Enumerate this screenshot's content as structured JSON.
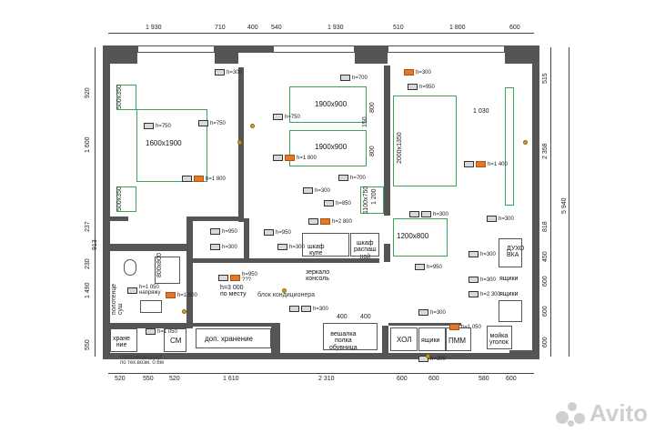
{
  "dims": {
    "top": [
      "1 930",
      "710",
      "400",
      "540",
      "1 930",
      "510",
      "1 800",
      "600"
    ],
    "bottom": [
      "520",
      "550",
      "520",
      "1 610",
      "2 310",
      "600",
      "600",
      "580",
      "600"
    ],
    "left": [
      "920",
      "1 600",
      "237",
      "913",
      "230",
      "1 490",
      "550"
    ],
    "right": [
      "515",
      "2 358",
      "818",
      "450",
      "600",
      "600",
      "600"
    ],
    "right_total": "5 940",
    "inner": [
      "400",
      "400"
    ]
  },
  "furniture": {
    "bed_main": "1600x1900",
    "bed_a": "1900x900",
    "bed_b": "1900x900",
    "sofa_depth": "800",
    "sofa_depth2": "800",
    "small_150": "150",
    "table": "1200x800",
    "wardrobe_side": "2000x1350",
    "living_1030": "1 030",
    "desk": "1100x750",
    "desk_1200": "1 200",
    "nightstand_top": "500x350",
    "nightstand_bottom": "500x350",
    "bath_800": "800x800"
  },
  "rooms": {
    "storage1": "хране\nние",
    "sm": "СМ",
    "storage2": "доп. хранение",
    "hanger": "вешалка\nполка\nобувница",
    "fridge": "ХОЛ",
    "drawers_bottom": "ящики",
    "dishwasher": "ПММ",
    "sink": "мойка\nуголок",
    "drawers_r1": "ящики",
    "drawers_r2": "ящики",
    "oven": "ДУХО\nВКА",
    "wardrobe_coupe": "шкаф\nкупе",
    "wardrobe_swing": "шкаф\nраспаш\nной",
    "mirror": "зеркало\nконсоль",
    "tumble": "полотенце\nсуш",
    "ac": "блок кондиционера",
    "ac_place": "h=3 000\nпо месту",
    "bottom_note": "полотенцесушит\nпо тех.возм. 0.6м"
  },
  "sockets": [
    {
      "id": "s1",
      "text": "h=300"
    },
    {
      "id": "s2",
      "text": "h=700"
    },
    {
      "id": "s3",
      "text": "h=300"
    },
    {
      "id": "s4",
      "text": "h=950"
    },
    {
      "id": "s5",
      "text": "h=750"
    },
    {
      "id": "s6",
      "text": "h=750"
    },
    {
      "id": "s7",
      "text": "h=750"
    },
    {
      "id": "s8",
      "text": "h=1 800"
    },
    {
      "id": "s9",
      "text": "h=1 800"
    },
    {
      "id": "s10",
      "text": "h=1 400"
    },
    {
      "id": "s11",
      "text": "h=700"
    },
    {
      "id": "s12",
      "text": "h=300"
    },
    {
      "id": "s13",
      "text": "h=850"
    },
    {
      "id": "s14",
      "text": "h=2 800"
    },
    {
      "id": "s15",
      "text": "h=300"
    },
    {
      "id": "s16",
      "text": "h=950"
    },
    {
      "id": "s17",
      "text": "h=950"
    },
    {
      "id": "s18",
      "text": "h=300"
    },
    {
      "id": "s19",
      "text": "h=300"
    },
    {
      "id": "s20",
      "text": "h=300"
    },
    {
      "id": "s21",
      "text": "h=300"
    },
    {
      "id": "s22",
      "text": "h=950"
    },
    {
      "id": "s23",
      "text": "h=950\n???"
    },
    {
      "id": "s24",
      "text": "h=1 050\nнапряжу"
    },
    {
      "id": "s25",
      "text": "h=1 500"
    },
    {
      "id": "s26",
      "text": "h=300"
    },
    {
      "id": "s27",
      "text": "h=1 050"
    },
    {
      "id": "s28",
      "text": "h=300"
    },
    {
      "id": "s29",
      "text": "h=1 050"
    },
    {
      "id": "s30",
      "text": "h=300"
    },
    {
      "id": "s31",
      "text": "h=2 300"
    },
    {
      "id": "s32",
      "text": "h=300"
    }
  ],
  "brand": "Avito",
  "colors": {
    "wall": "#555555",
    "green": "#3aa55a",
    "socket_orange": "#e07a2a",
    "dim": "#444444"
  }
}
